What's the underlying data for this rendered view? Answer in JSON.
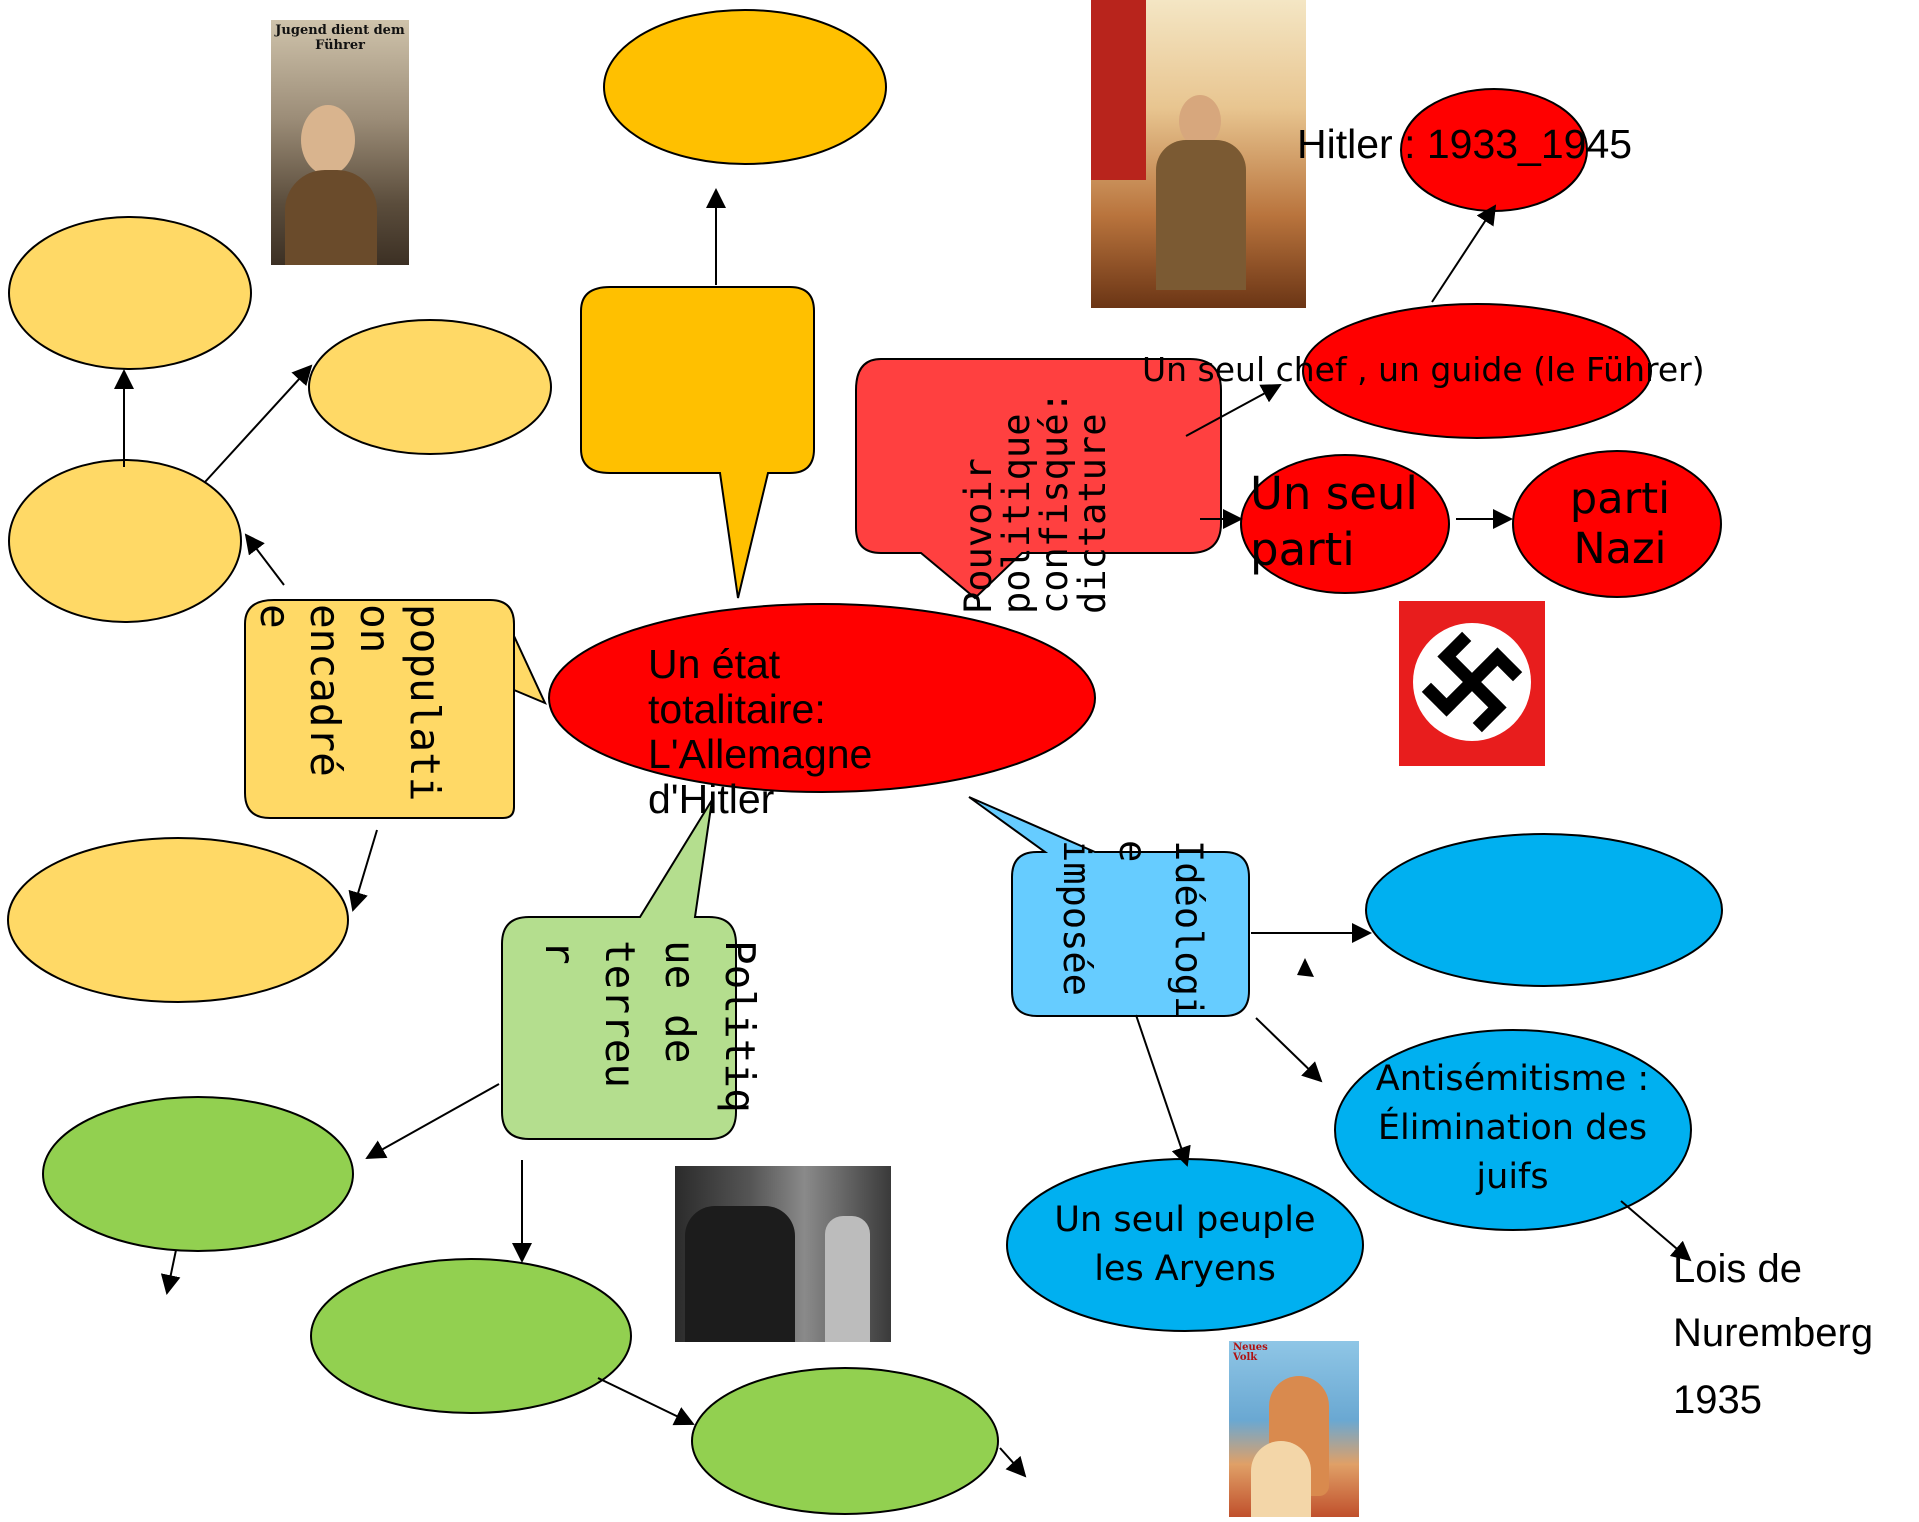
{
  "center": {
    "title": "Un état\ntotalitaire:\nL'Allemagne\nd'Hitler"
  },
  "pouvoir": {
    "label": "Pouvoir\npolitique\nconfisqué:\ndictature",
    "hitler_dates": "Hitler : 1933_1945",
    "chef": "Un seul chef , un guide (le Führer)",
    "seul_parti": "Un seul\nparti",
    "parti_nazi": "parti\nNazi"
  },
  "population": {
    "label": "populati\non\nencadré\ne"
  },
  "terreur": {
    "label": "Politiq\nue de\nterreu\nr"
  },
  "ideologie": {
    "label": "Idéologi\ne\nimposée",
    "antisemitisme": "Antisémitisme :\nÉlimination des\njuifs",
    "peuple": "Un seul peuple\nles Aryens",
    "lois": "Lois de\nNuremberg",
    "lois_year": "1935"
  },
  "images": {
    "poster_youth": {
      "caption": "Jugend dient dem Führer"
    },
    "poster_hitler": {},
    "swastika_flag": {},
    "photo_camp": {},
    "poster_family": {
      "caption": "Neues Volk"
    }
  },
  "colors": {
    "yellow": "#ffd966",
    "amber": "#ffc000",
    "red": "#ff0000",
    "red_bubble": "#ff4040",
    "blue_dark": "#00b0f0",
    "blue_light": "#66ccff",
    "green": "#92d050",
    "green_light": "#b4de8e"
  }
}
